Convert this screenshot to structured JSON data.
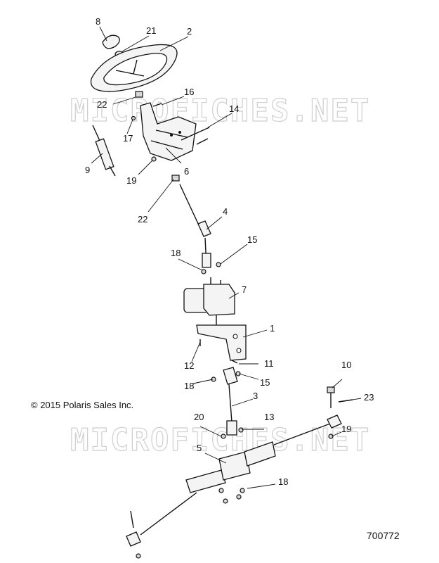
{
  "watermark": "MICROFICHES.NET",
  "copyright": "© 2015 Polaris Sales Inc.",
  "diagram_number": "700772",
  "callouts": {
    "c8": "8",
    "c21": "21",
    "c2": "2",
    "c22a": "22",
    "c16": "16",
    "c14": "14",
    "c17": "17",
    "c9": "9",
    "c19a": "19",
    "c6": "6",
    "c22b": "22",
    "c4": "4",
    "c18a": "18",
    "c15a": "15",
    "c7": "7",
    "c1": "1",
    "c12": "12",
    "c11": "11",
    "c18b": "18",
    "c15b": "15",
    "c10": "10",
    "c23": "23",
    "c3": "3",
    "c20": "20",
    "c13": "13",
    "c19b": "19",
    "c5": "5",
    "c18c": "18"
  }
}
